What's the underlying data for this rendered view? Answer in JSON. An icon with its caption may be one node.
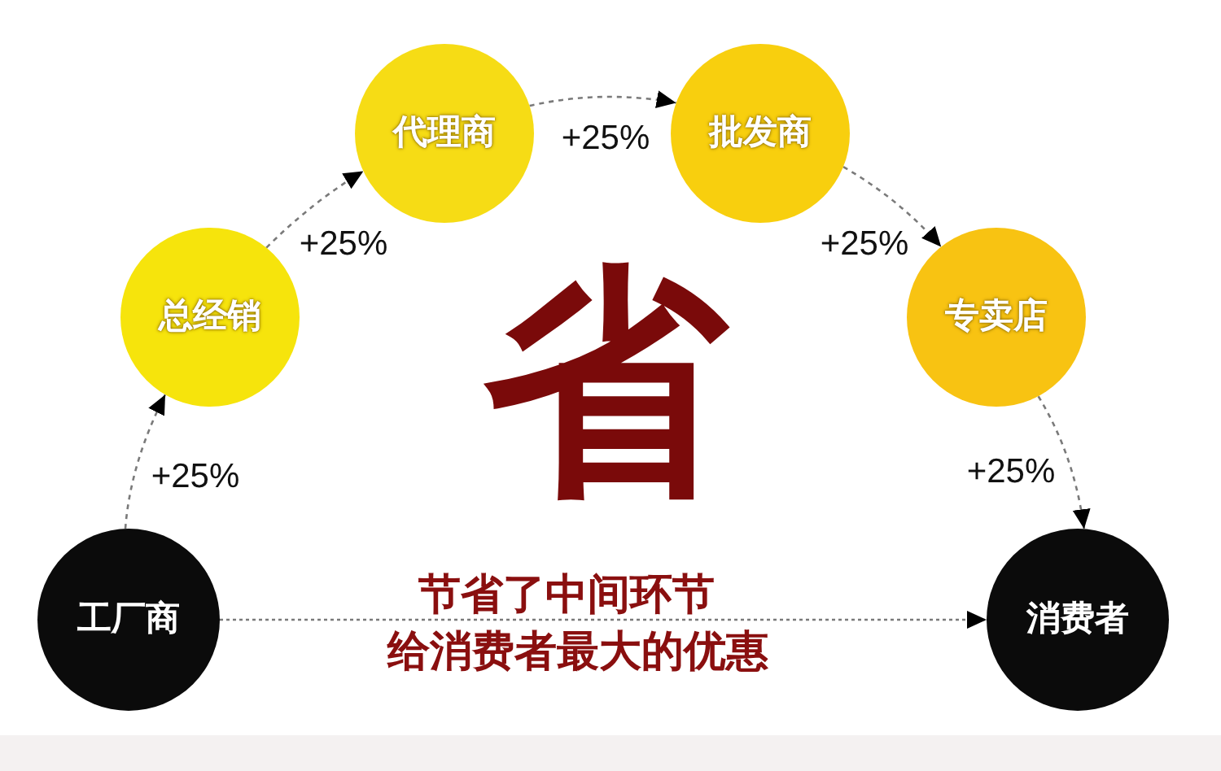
{
  "diagram": {
    "nodes": [
      {
        "text": [
          "工厂商"
        ]
      },
      {
        "text": [
          "总经销"
        ]
      },
      {
        "text": [
          "代理商"
        ]
      },
      {
        "text": [
          "批发商"
        ]
      },
      {
        "text": [
          "专卖店"
        ]
      },
      {
        "text": [
          "消费者"
        ]
      }
    ],
    "edges": [
      {
        "from": 0,
        "to": 1,
        "arrow": "to",
        "label": "+25%",
        "style": "dashed"
      },
      {
        "from": 1,
        "to": 2,
        "arrow": "to",
        "label": "+25%",
        "style": "dashed"
      },
      {
        "from": 2,
        "to": 3,
        "arrow": "to",
        "label": "+25%",
        "style": "dashed"
      },
      {
        "from": 3,
        "to": 4,
        "arrow": "to",
        "label": "+25%",
        "style": "dashed"
      },
      {
        "from": 4,
        "to": 5,
        "arrow": "to",
        "label": "+25%",
        "style": "dashed"
      },
      {
        "from": 0,
        "to": 5,
        "arrow": "to",
        "style": "dashed"
      }
    ],
    "labels": [
      "省",
      "节省了中间环节",
      "给消费者最大的优惠"
    ]
  }
}
